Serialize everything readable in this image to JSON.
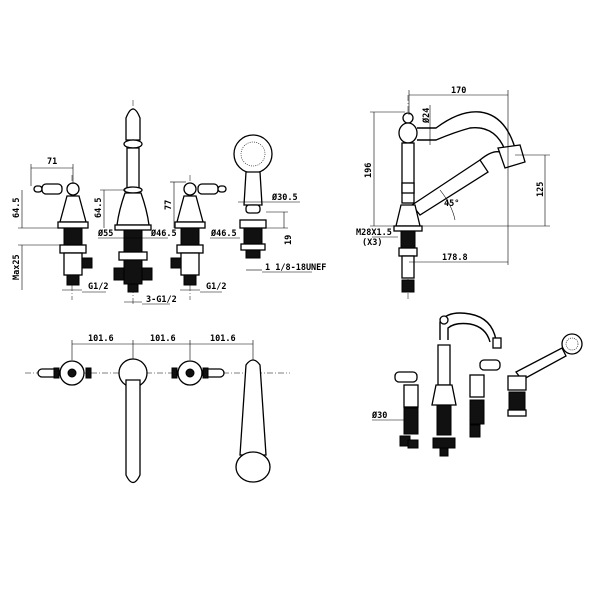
{
  "front_view": {
    "dim_handle_reach": "71",
    "dim_valve_height": "64.5",
    "dim_max_deck": "Max25",
    "dim_spout_base_height": "64.5",
    "dim_spout_base_dia": "Ø55",
    "dim_valve_dia_1": "Ø46.5",
    "dim_hot_valve_height": "77",
    "dim_valve_dia_2": "Ø46.5",
    "dim_handshower_dia": "Ø30.5",
    "dim_holder_height": "19",
    "dim_thread": "1 1/8-18UNEF",
    "dim_cold_inlet": "G1/2",
    "dim_spout_inlet": "3-G1/2",
    "dim_hot_inlet": "G1/2"
  },
  "side_view": {
    "dim_spout_reach": "170",
    "dim_spout_dia": "Ø24",
    "dim_total_height": "196",
    "dim_outlet_height": "125",
    "dim_angle": "45°",
    "dim_thread": "M28X1.5",
    "dim_thread_count": "(X3)",
    "dim_reach_to_hose": "178.8"
  },
  "top_view": {
    "dim_spacing_1": "101.6",
    "dim_spacing_2": "101.6",
    "dim_spacing_3": "101.6"
  },
  "iso_view": {
    "dim_hole_dia": "Ø30"
  }
}
